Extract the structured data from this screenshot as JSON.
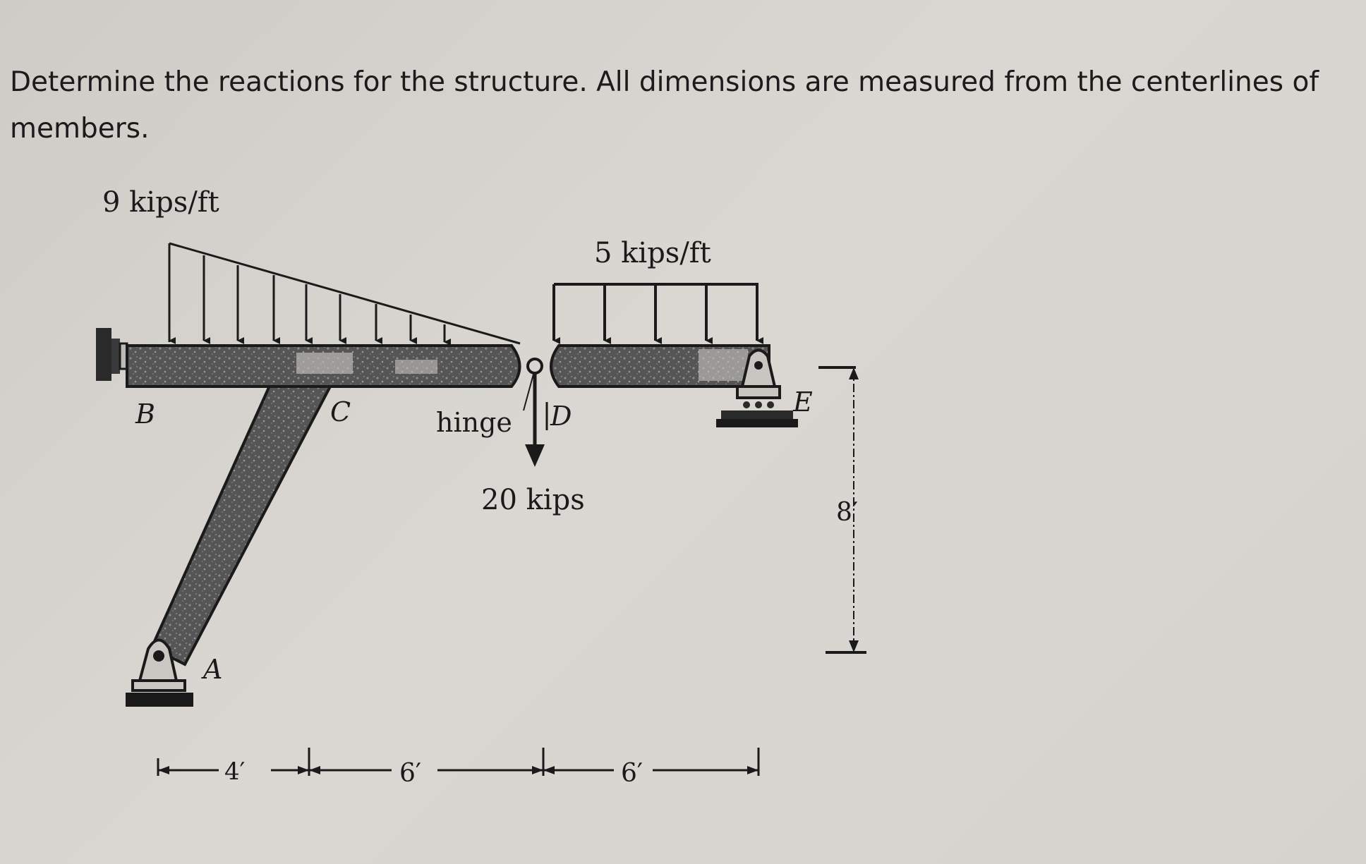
{
  "problem": {
    "text": "Determine the reactions for the structure.  All dimensions are measured from the centerlines of members."
  },
  "diagram": {
    "loads": {
      "distributed_left": "9 kips/ft",
      "distributed_right": "5 kips/ft",
      "point_load": "20 kips"
    },
    "labels": {
      "A": "A",
      "B": "B",
      "C": "C",
      "D": "D",
      "E": "E",
      "hinge": "hinge"
    },
    "dimensions": {
      "horizontal_1": "4′",
      "horizontal_2": "6′",
      "horizontal_3": "6′",
      "vertical": "8′"
    },
    "colors": {
      "ink": "#1a1a1a",
      "member_fill": "#4a4a4a",
      "background": "#d5d2cd"
    }
  }
}
